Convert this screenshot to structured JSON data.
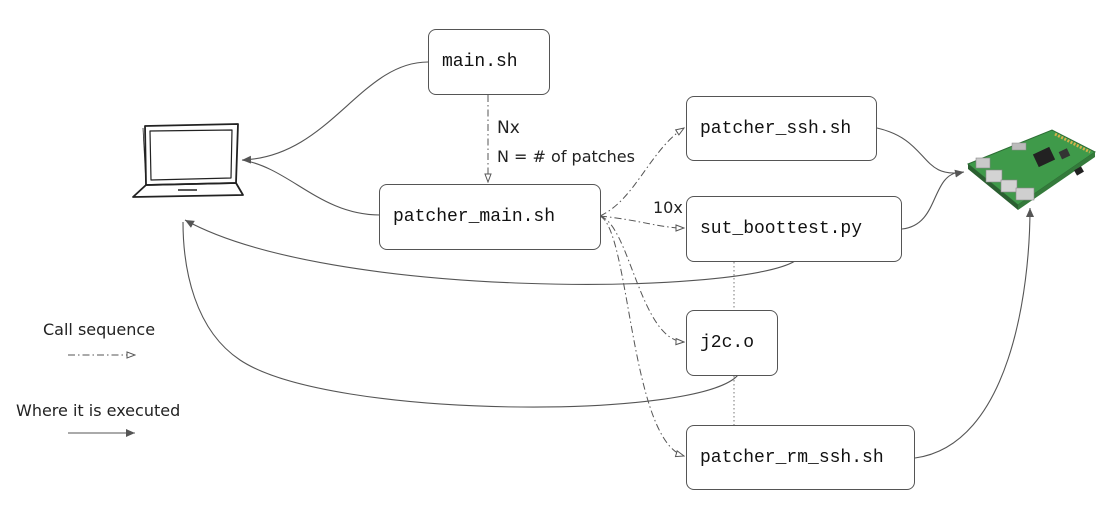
{
  "nodes": {
    "main": "main.sh",
    "patcher_main": "patcher_main.sh",
    "patcher_ssh": "patcher_ssh.sh",
    "sut_boottest": "sut_boottest.py",
    "j2c": "j2c.o",
    "patcher_rm_ssh": "patcher_rm_ssh.sh"
  },
  "annotations": {
    "nx": "Nx",
    "n_patches": "N = # of patches",
    "ten_x": "10x"
  },
  "legend": {
    "call_sequence": "Call sequence",
    "where_executed": "Where it is executed"
  },
  "icons": {
    "host": "laptop-icon",
    "target": "raspberry-pi-board-icon"
  },
  "colors": {
    "line": "#555555",
    "board_green": "#3f9a4a"
  }
}
